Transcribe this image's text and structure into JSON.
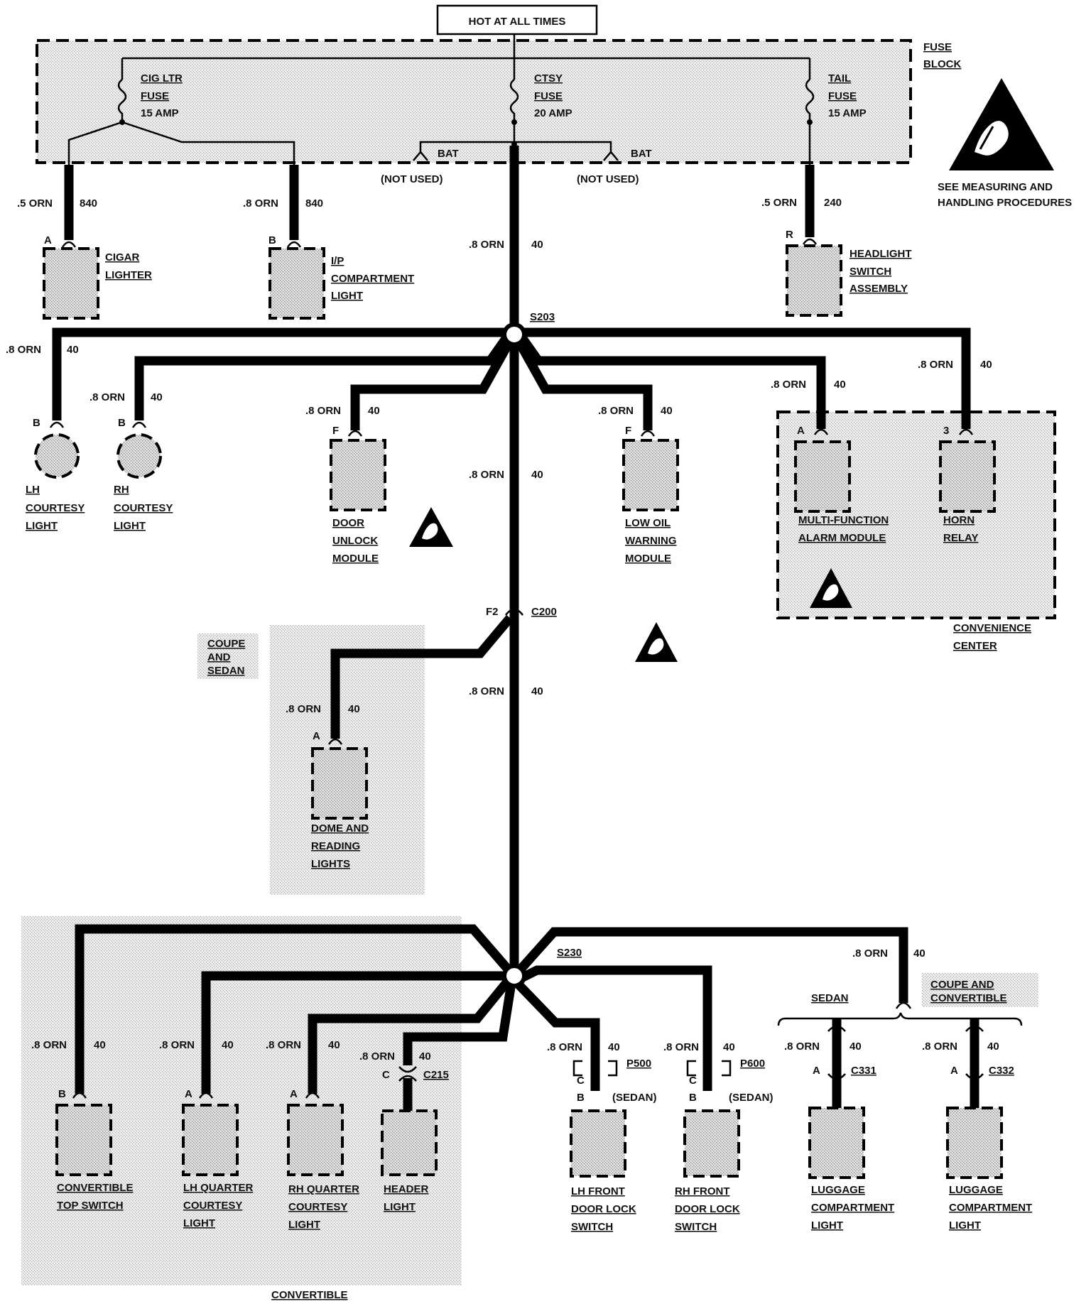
{
  "header": {
    "hot_label": "HOT AT ALL TIMES"
  },
  "fuse_block": {
    "label_line1": "FUSE",
    "label_line2": "BLOCK",
    "cig_fuse": [
      "CIG LTR",
      "FUSE",
      "15 AMP"
    ],
    "ctsy_fuse": [
      "CTSY",
      "FUSE",
      "20 AMP"
    ],
    "tail_fuse": [
      "TAIL",
      "FUSE",
      "15 AMP"
    ],
    "bat_label": "BAT",
    "not_used": "(NOT USED)"
  },
  "esd_note": [
    "SEE MEASURING AND",
    "HANDLING PROCEDURES"
  ],
  "wire": {
    "orn_05": ".5 ORN",
    "orn_08": ".8 ORN",
    "c840": "840",
    "c240": "240",
    "c40": "40"
  },
  "splices": {
    "s203": "S203",
    "s230": "S230"
  },
  "connectors": {
    "c200": "C200",
    "f2": "F2",
    "c215": "C215",
    "p500": "P500",
    "p600": "P600",
    "c331": "C331",
    "c332": "C332",
    "sedan_paren": "(SEDAN)"
  },
  "pins": {
    "a": "A",
    "b": "B",
    "c": "C",
    "f": "F",
    "r": "R",
    "three": "3"
  },
  "components": {
    "cigar_lighter": [
      "CIGAR",
      "LIGHTER"
    ],
    "ip_compartment": [
      "I/P",
      "COMPARTMENT",
      "LIGHT"
    ],
    "headlight_switch": [
      "HEADLIGHT",
      "SWITCH",
      "ASSEMBLY"
    ],
    "lh_courtesy": [
      "LH",
      "COURTESY",
      "LIGHT"
    ],
    "rh_courtesy": [
      "RH",
      "COURTESY",
      "LIGHT"
    ],
    "door_unlock": [
      "DOOR",
      "UNLOCK",
      "MODULE"
    ],
    "low_oil": [
      "LOW OIL",
      "WARNING",
      "MODULE"
    ],
    "multi_function": [
      "MULTI-FUNCTION",
      "ALARM MODULE"
    ],
    "horn_relay": [
      "HORN",
      "RELAY"
    ],
    "convenience_center": [
      "CONVENIENCE",
      "CENTER"
    ],
    "dome_reading": [
      "DOME AND",
      "READING",
      "LIGHTS"
    ],
    "convertible_top": [
      "CONVERTIBLE",
      "TOP SWITCH"
    ],
    "lh_quarter": [
      "LH QUARTER",
      "COURTESY",
      "LIGHT"
    ],
    "rh_quarter": [
      "RH  QUARTER",
      "COURTESY",
      "LIGHT"
    ],
    "header_light": [
      "HEADER",
      "LIGHT"
    ],
    "lh_front_lock": [
      "LH FRONT",
      "DOOR LOCK",
      "SWITCH"
    ],
    "rh_front_lock": [
      "RH FRONT",
      "DOOR LOCK",
      "SWITCH"
    ],
    "luggage_left": [
      "LUGGAGE",
      "COMPARTMENT",
      "LIGHT"
    ],
    "luggage_right": [
      "LUGGAGE",
      "COMPARTMENT",
      "LIGHT"
    ]
  },
  "zones": {
    "coupe_sedan": [
      "COUPE",
      "AND",
      "SEDAN"
    ],
    "sedan": "SEDAN",
    "coupe_convertible": [
      "COUPE AND",
      "CONVERTIBLE"
    ],
    "convertible": "CONVERTIBLE"
  }
}
